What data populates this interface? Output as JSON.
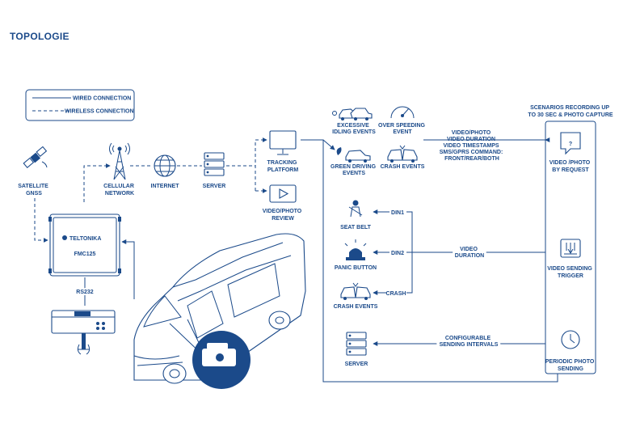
{
  "title": "TOPOLOGIE",
  "legend": {
    "wired": "WIRED CONNECTION",
    "wireless": "WIRELESS CONNECTION"
  },
  "nodes": {
    "satellite": [
      "SATELLITE",
      "GNSS"
    ],
    "cellular": [
      "CELLULAR",
      "NETWORK"
    ],
    "internet": [
      "INTERNET"
    ],
    "server": [
      "SERVER"
    ],
    "tracking": [
      "TRACKING",
      "PLATFORM"
    ],
    "video_review": [
      "VIDEO/PHOTO",
      "REVIEW"
    ],
    "device_brand": "TELTONIKA",
    "device_model": "FMC125",
    "rs232": "RS232",
    "excessive_idling": [
      "EXCESSIVE",
      "IDLING EVENTS"
    ],
    "over_speeding": [
      "OVER SPEEDING",
      "EVENT"
    ],
    "green_driving": [
      "GREEN DRIVING",
      "EVENTS"
    ],
    "crash_events_top": [
      "CRASH EVENTS"
    ],
    "seat_belt": [
      "SEAT BELT"
    ],
    "panic_button": [
      "PANIC BUTTON"
    ],
    "crash_events_mid": [
      "CRASH EVENTS"
    ],
    "server_bottom": [
      "SERVER"
    ]
  },
  "info": {
    "video_info": [
      "VIDEO/PHOTO",
      "VIDEO DURATION",
      "VIDEO TIMESTAMPS",
      "SMS/GPRS COMMAND:",
      "FRONT/REAR/BOTH"
    ],
    "din1": "DIN1",
    "din2": "DIN2",
    "crash": "CRASH",
    "video_duration": [
      "VIDEO",
      "DURATION"
    ],
    "configurable": [
      "CONFIGURABLE",
      "SENDING INTERVALS"
    ]
  },
  "scenarios": {
    "header": [
      "SCENARIOS RECORDING UP",
      "TO 30 SEC & PHOTO CAPTURE"
    ],
    "by_request": [
      "VIDEO /PHOTO",
      "BY REQUEST"
    ],
    "sending_trigger": [
      "VIDEO SENDING",
      "TRIGGER"
    ],
    "periodic": [
      "PERIODIC PHOTO",
      "SENDING"
    ]
  }
}
